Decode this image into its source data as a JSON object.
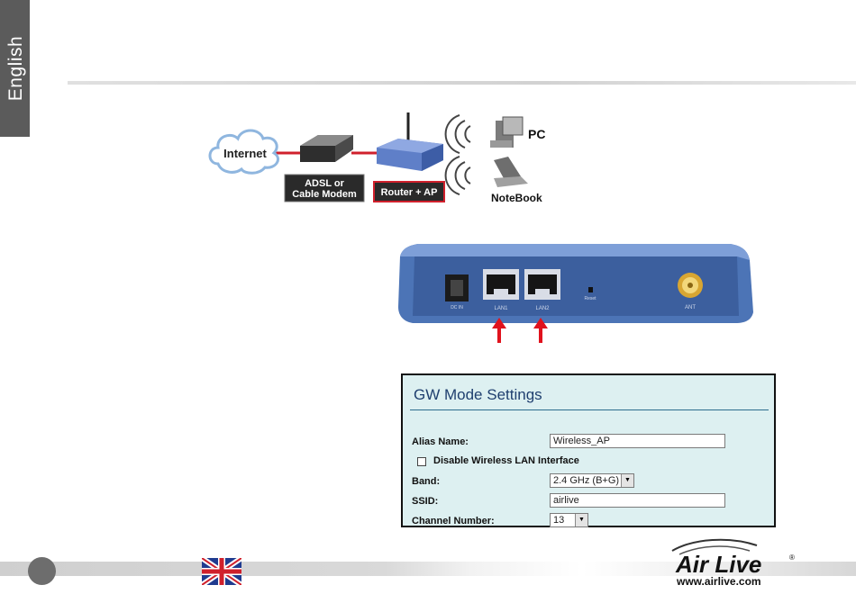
{
  "sidebar": {
    "language": "English"
  },
  "diagram": {
    "internet_label": "Internet",
    "modem_label": "ADSL or\nCable Modem",
    "modem_line1": "ADSL or",
    "modem_line2": "Cable Modem",
    "router_label": "Router + AP",
    "pc_label": "PC",
    "notebook_label": "NoteBook"
  },
  "device": {
    "port1_label": "LAN1",
    "port2_label": "LAN2",
    "reset_label": "Reset",
    "antenna_label": "ANT",
    "power_label": "DC IN"
  },
  "settings": {
    "title": "GW Mode Settings",
    "alias_label": "Alias Name:",
    "alias_value": "Wireless_AP",
    "disable_label": "Disable Wireless LAN Interface",
    "band_label": "Band:",
    "band_value": "2.4 GHz (B+G)",
    "ssid_label": "SSID:",
    "ssid_value": "airlive",
    "channel_label": "Channel Number:",
    "channel_value": "13"
  },
  "footer": {
    "logo_text": "Air Live",
    "website": "www.airlive.com"
  },
  "colors": {
    "sidebar": "#5b5b5b",
    "device_blue": "#4a74b8",
    "panel_bg": "#ddf0f1",
    "connector_red": "#d0202c"
  }
}
